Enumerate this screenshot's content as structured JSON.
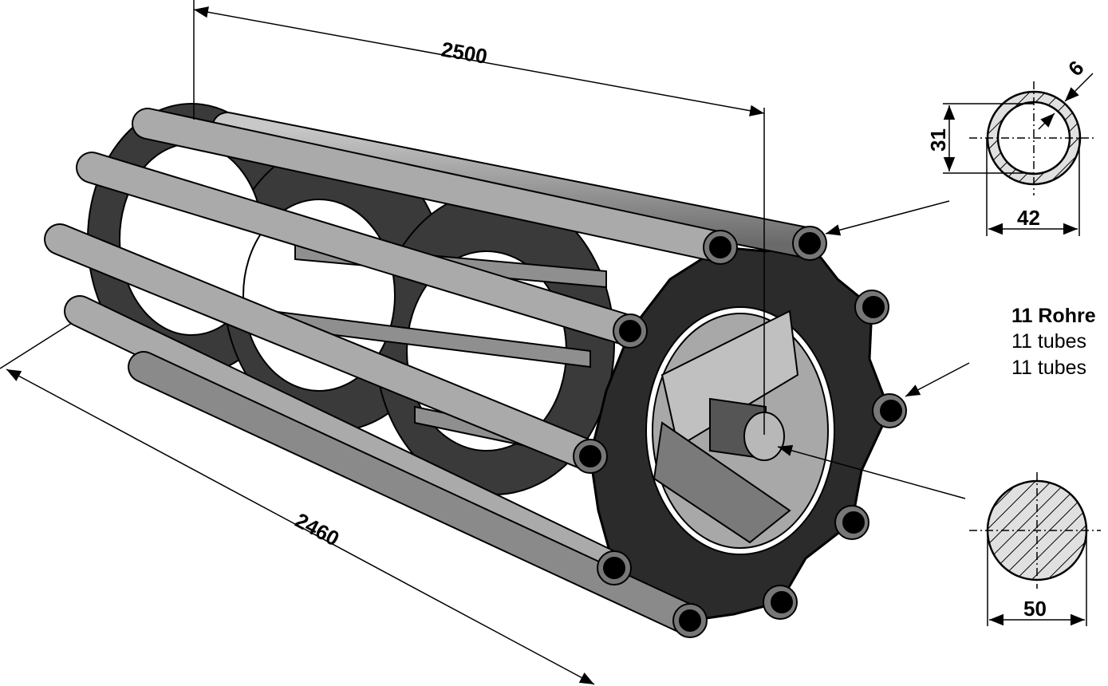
{
  "dimensions": {
    "overall_length": "2500",
    "tube_length": "2460",
    "tube_inner_diameter": "31",
    "tube_outer_diameter": "42",
    "tube_wall_thickness": "6",
    "shaft_diameter": "50"
  },
  "labels": {
    "tubes_de": "11 Rohre",
    "tubes_en": "11 tubes",
    "tubes_en2": "11 tubes"
  },
  "colors": {
    "plate": "#2b2b2b",
    "tube": "#9a9a9a",
    "hatch_fill": "#e0e0e0"
  }
}
